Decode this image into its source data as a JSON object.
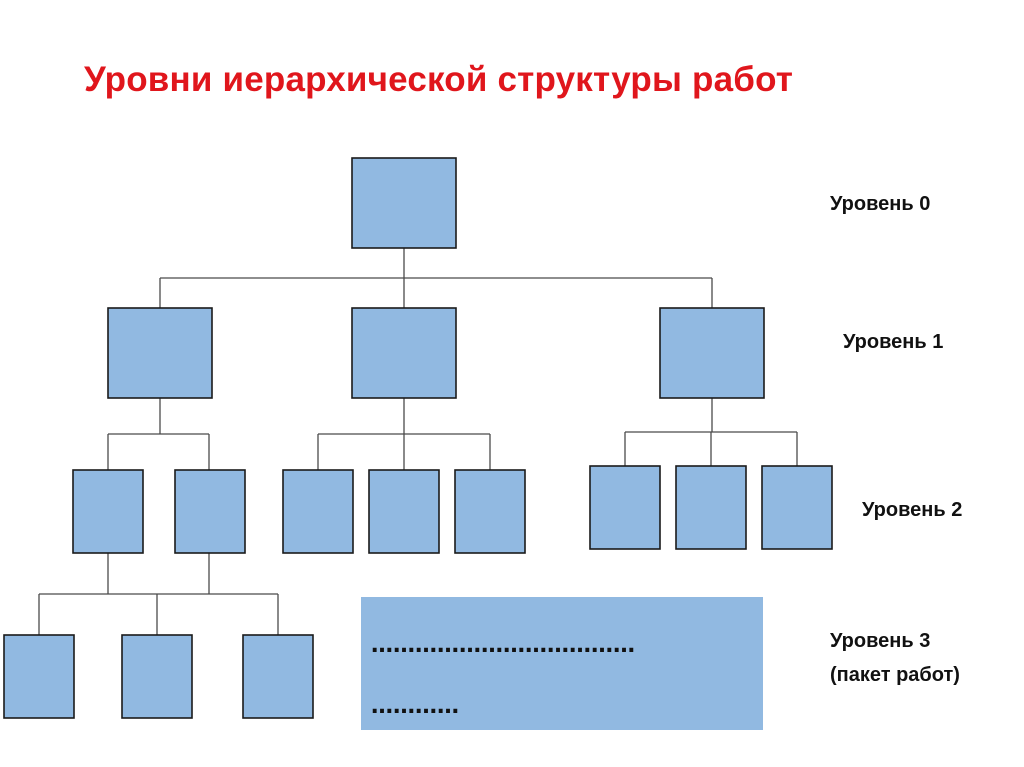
{
  "title": "Уровни иерархической структуры работ",
  "levels": {
    "l0": "Уровень 0",
    "l1": "Уровень 1",
    "l2": "Уровень 2",
    "l3": "Уровень 3",
    "l3_sub": "(пакет работ)"
  },
  "work_package": {
    "dots_line1": "………………………………",
    "dots_line2": "…………"
  },
  "colors": {
    "title": "#e0161c",
    "box_fill": "#91b9e1",
    "box_stroke": "#1a1a1a"
  }
}
